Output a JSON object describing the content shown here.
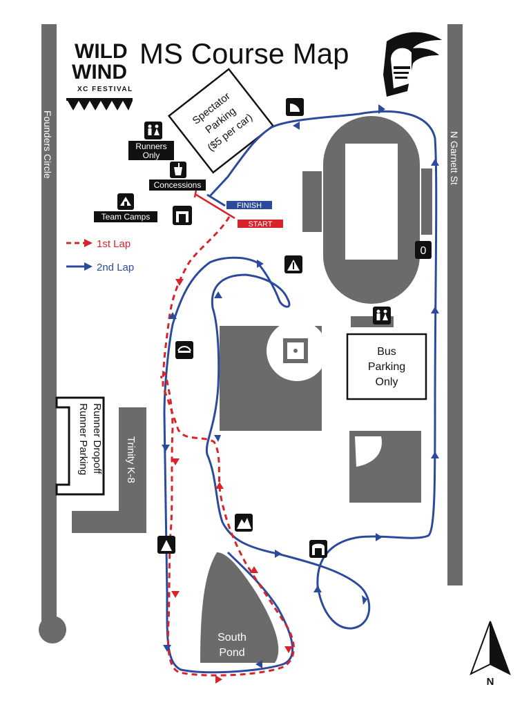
{
  "title": "MS Course Map",
  "logo": {
    "line1": "WILD",
    "line2": "WIND",
    "line3": "XC FESTIVAL",
    "mascot": "knight-helmet-logo"
  },
  "streets": {
    "west": "Founders Circle",
    "east": "N Garnett St"
  },
  "spectator_parking": {
    "line1": "Spectator",
    "line2": "Parking",
    "line3": "($5 per car)"
  },
  "labels": {
    "runners_only_1": "Runners",
    "runners_only_2": "Only",
    "concessions": "Concessions",
    "team_camps": "Team Camps",
    "finish": "FINISH",
    "start": "START",
    "bus_1": "Bus",
    "bus_2": "Parking",
    "bus_3": "Only",
    "dropoff_1": "Runner Dropoff",
    "dropoff_2": "Runner Parking",
    "school": "Trinity K-8",
    "pond_1": "South",
    "pond_2": "Pond",
    "compass_n": "N",
    "marker_zero": "0"
  },
  "legend": [
    {
      "label": "1st Lap",
      "color": "#d8232a",
      "style": "dashed"
    },
    {
      "label": "2nd Lap",
      "color": "#2b4a9c",
      "style": "solid"
    }
  ],
  "colors": {
    "lap1": "#d8232a",
    "lap2": "#2b4a9c",
    "building": "#6b6b6b",
    "icon_bg": "#111111"
  },
  "icons": [
    "restroom-icon",
    "concessions-icon",
    "tent-icon",
    "arch-icon",
    "hill-icon",
    "bridge-icon",
    "mountain-icon",
    "start-marker-icon"
  ]
}
